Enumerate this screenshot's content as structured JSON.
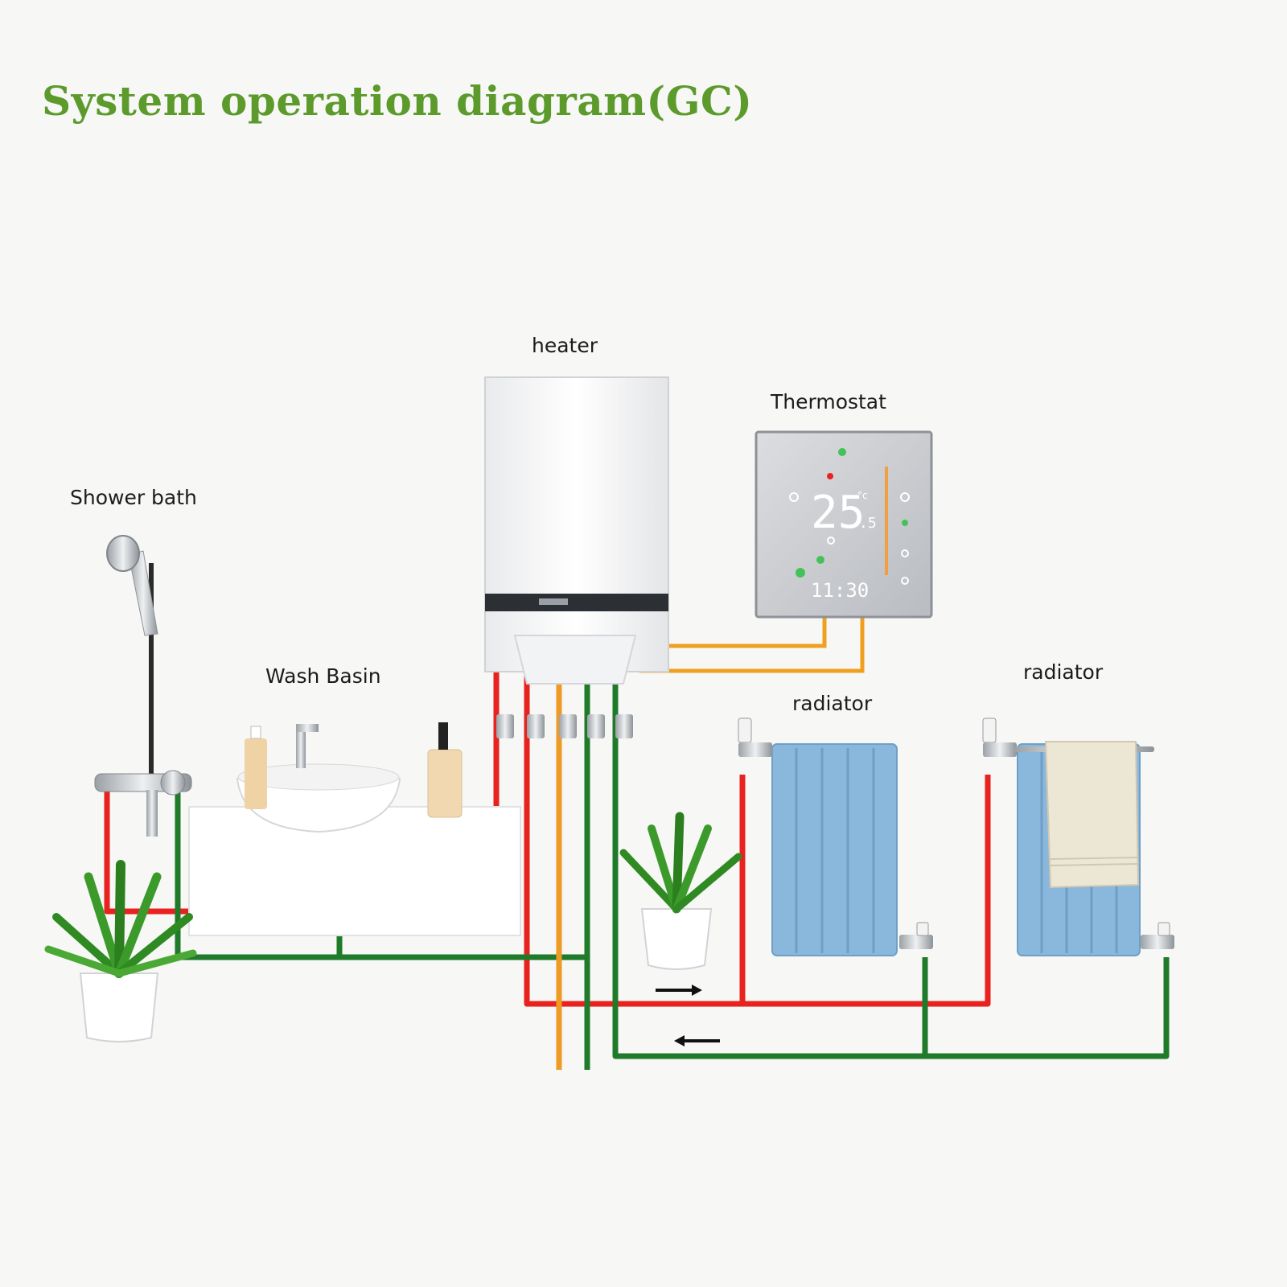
{
  "title": "System operation diagram(GC)",
  "labels": {
    "heater": "heater",
    "thermostat": "Thermostat",
    "shower": "Shower bath",
    "basin": "Wash Basin",
    "radiator_1": "radiator",
    "radiator_2": "radiator"
  },
  "thermostat_display": {
    "temperature": "25",
    "decimal": ".5",
    "unit": "°c",
    "time": "11:30"
  },
  "colors": {
    "title": "#5b9a2b",
    "hot_pipe": "#e8221e",
    "return_pipe": "#1f7a2a",
    "gas_pipe": "#ef9a25",
    "thermostat_wire": "#f0a020",
    "radiator": "#8ab7dc"
  }
}
